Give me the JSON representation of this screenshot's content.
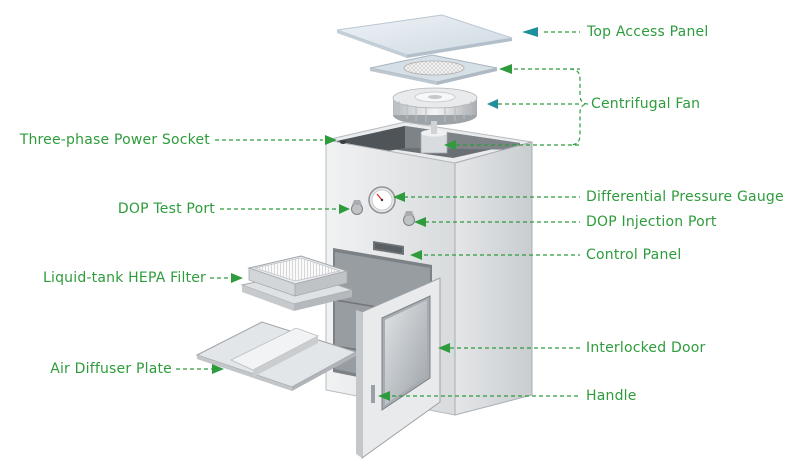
{
  "colors": {
    "label": "#2e9c3c",
    "leader": "#2e9c3c",
    "arrow_green": "#2e9c3c",
    "arrow_teal": "#1f8fa0"
  },
  "labels": {
    "top_access_panel": "Top Access Panel",
    "centrifugal_fan": "Centrifugal Fan",
    "power_socket": "Three-phase Power Socket",
    "dop_test_port": "DOP Test Port",
    "diff_pressure_gauge": "Differential Pressure Gauge",
    "dop_injection_port": "DOP Injection Port",
    "control_panel": "Control Panel",
    "hepa_filter": "Liquid-tank HEPA Filter",
    "interlocked_door": "Interlocked Door",
    "air_diffuser": "Air Diffuser Plate",
    "handle": "Handle"
  }
}
